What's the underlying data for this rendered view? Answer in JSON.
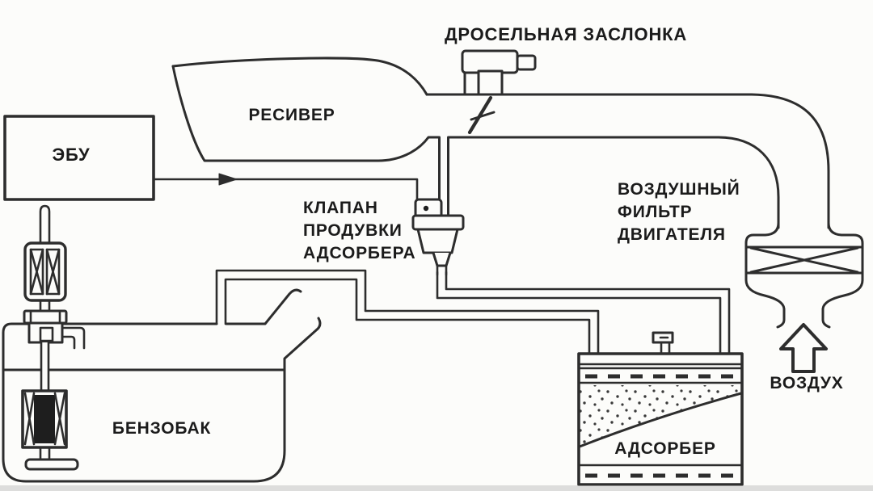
{
  "diagram": {
    "type": "automotive-evap-system-schematic",
    "language": "ru",
    "colors": {
      "background": "#fcfcfa",
      "line": "#2d2d2d",
      "text": "#1b1b1b",
      "fill_solid": "#1e1e1e"
    },
    "labels": {
      "throttle_valve": "ДРОСЕЛЬНАЯ ЗАСЛОНКА",
      "receiver": "РЕСИВЕР",
      "ecu": "ЭБУ",
      "purge_valve": [
        "КЛАПАН",
        "ПРОДУВКИ",
        "АДСОРБЕРА"
      ],
      "engine_air_filter": [
        "ВОЗДУШНЫЙ",
        "ФИЛЬТР",
        "ДВИГАТЕЛЯ"
      ],
      "fuel_tank": "БЕНЗОБАК",
      "adsorber": "АДСОРБЕР",
      "air": "ВОЗДУХ"
    }
  }
}
